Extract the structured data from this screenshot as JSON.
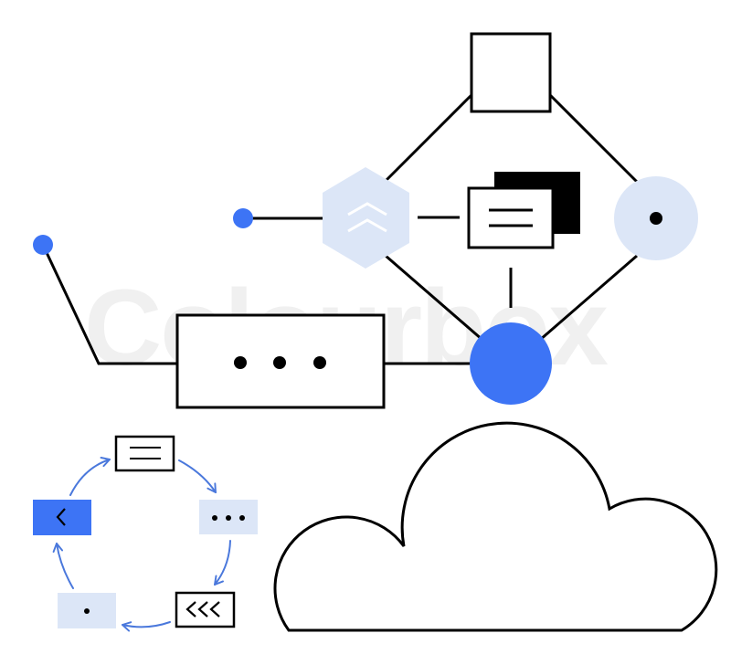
{
  "watermark": {
    "text": "Colourbox"
  },
  "colors": {
    "accent_blue": "#3d74f5",
    "light_blue": "#dce6f7",
    "arrow_blue": "#4a78dc",
    "line": "#000000",
    "background": "#ffffff"
  },
  "icons": {
    "hexagon": "double-chevron-up-icon",
    "document_stack": "document-stack-icon",
    "target_circle": "dot-circle-icon",
    "hub_circle": "filled-circle-node",
    "top_square": "square-node",
    "ellipsis_box": "ellipsis-box",
    "cloud": "cloud-icon"
  },
  "cycle": {
    "nodes": [
      {
        "name": "cycle-node-menu",
        "icon": "menu-lines-icon",
        "style": "outline"
      },
      {
        "name": "cycle-node-ellipsis",
        "icon": "ellipsis-icon",
        "glyph": "•••",
        "style": "light"
      },
      {
        "name": "cycle-node-triple-chevron",
        "icon": "triple-chevron-left-icon",
        "glyph": "<<<",
        "style": "outline"
      },
      {
        "name": "cycle-node-dot",
        "icon": "dot-icon",
        "glyph": "•",
        "style": "light"
      },
      {
        "name": "cycle-node-chevron",
        "icon": "chevron-left-icon",
        "glyph": "<",
        "style": "accent"
      }
    ],
    "direction": "clockwise"
  }
}
